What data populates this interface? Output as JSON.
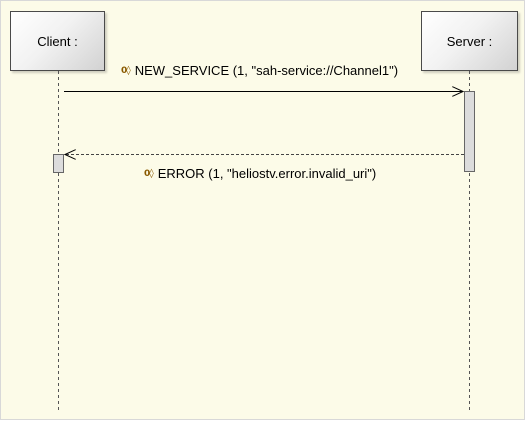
{
  "lifelines": {
    "client": "Client :",
    "server": "Server :"
  },
  "messages": [
    {
      "icon": "message-icon",
      "prefix": "0◊",
      "text": "NEW_SERVICE (1, \"sah-service://Channel1\")",
      "kind": "call"
    },
    {
      "icon": "message-icon",
      "prefix": "0◊",
      "text": "ERROR (1, \"heliostv.error.invalid_uri\")",
      "kind": "return"
    }
  ],
  "colors": {
    "background": "#fcfbe8",
    "line": "#000000",
    "activation": "#d6d6d6"
  }
}
